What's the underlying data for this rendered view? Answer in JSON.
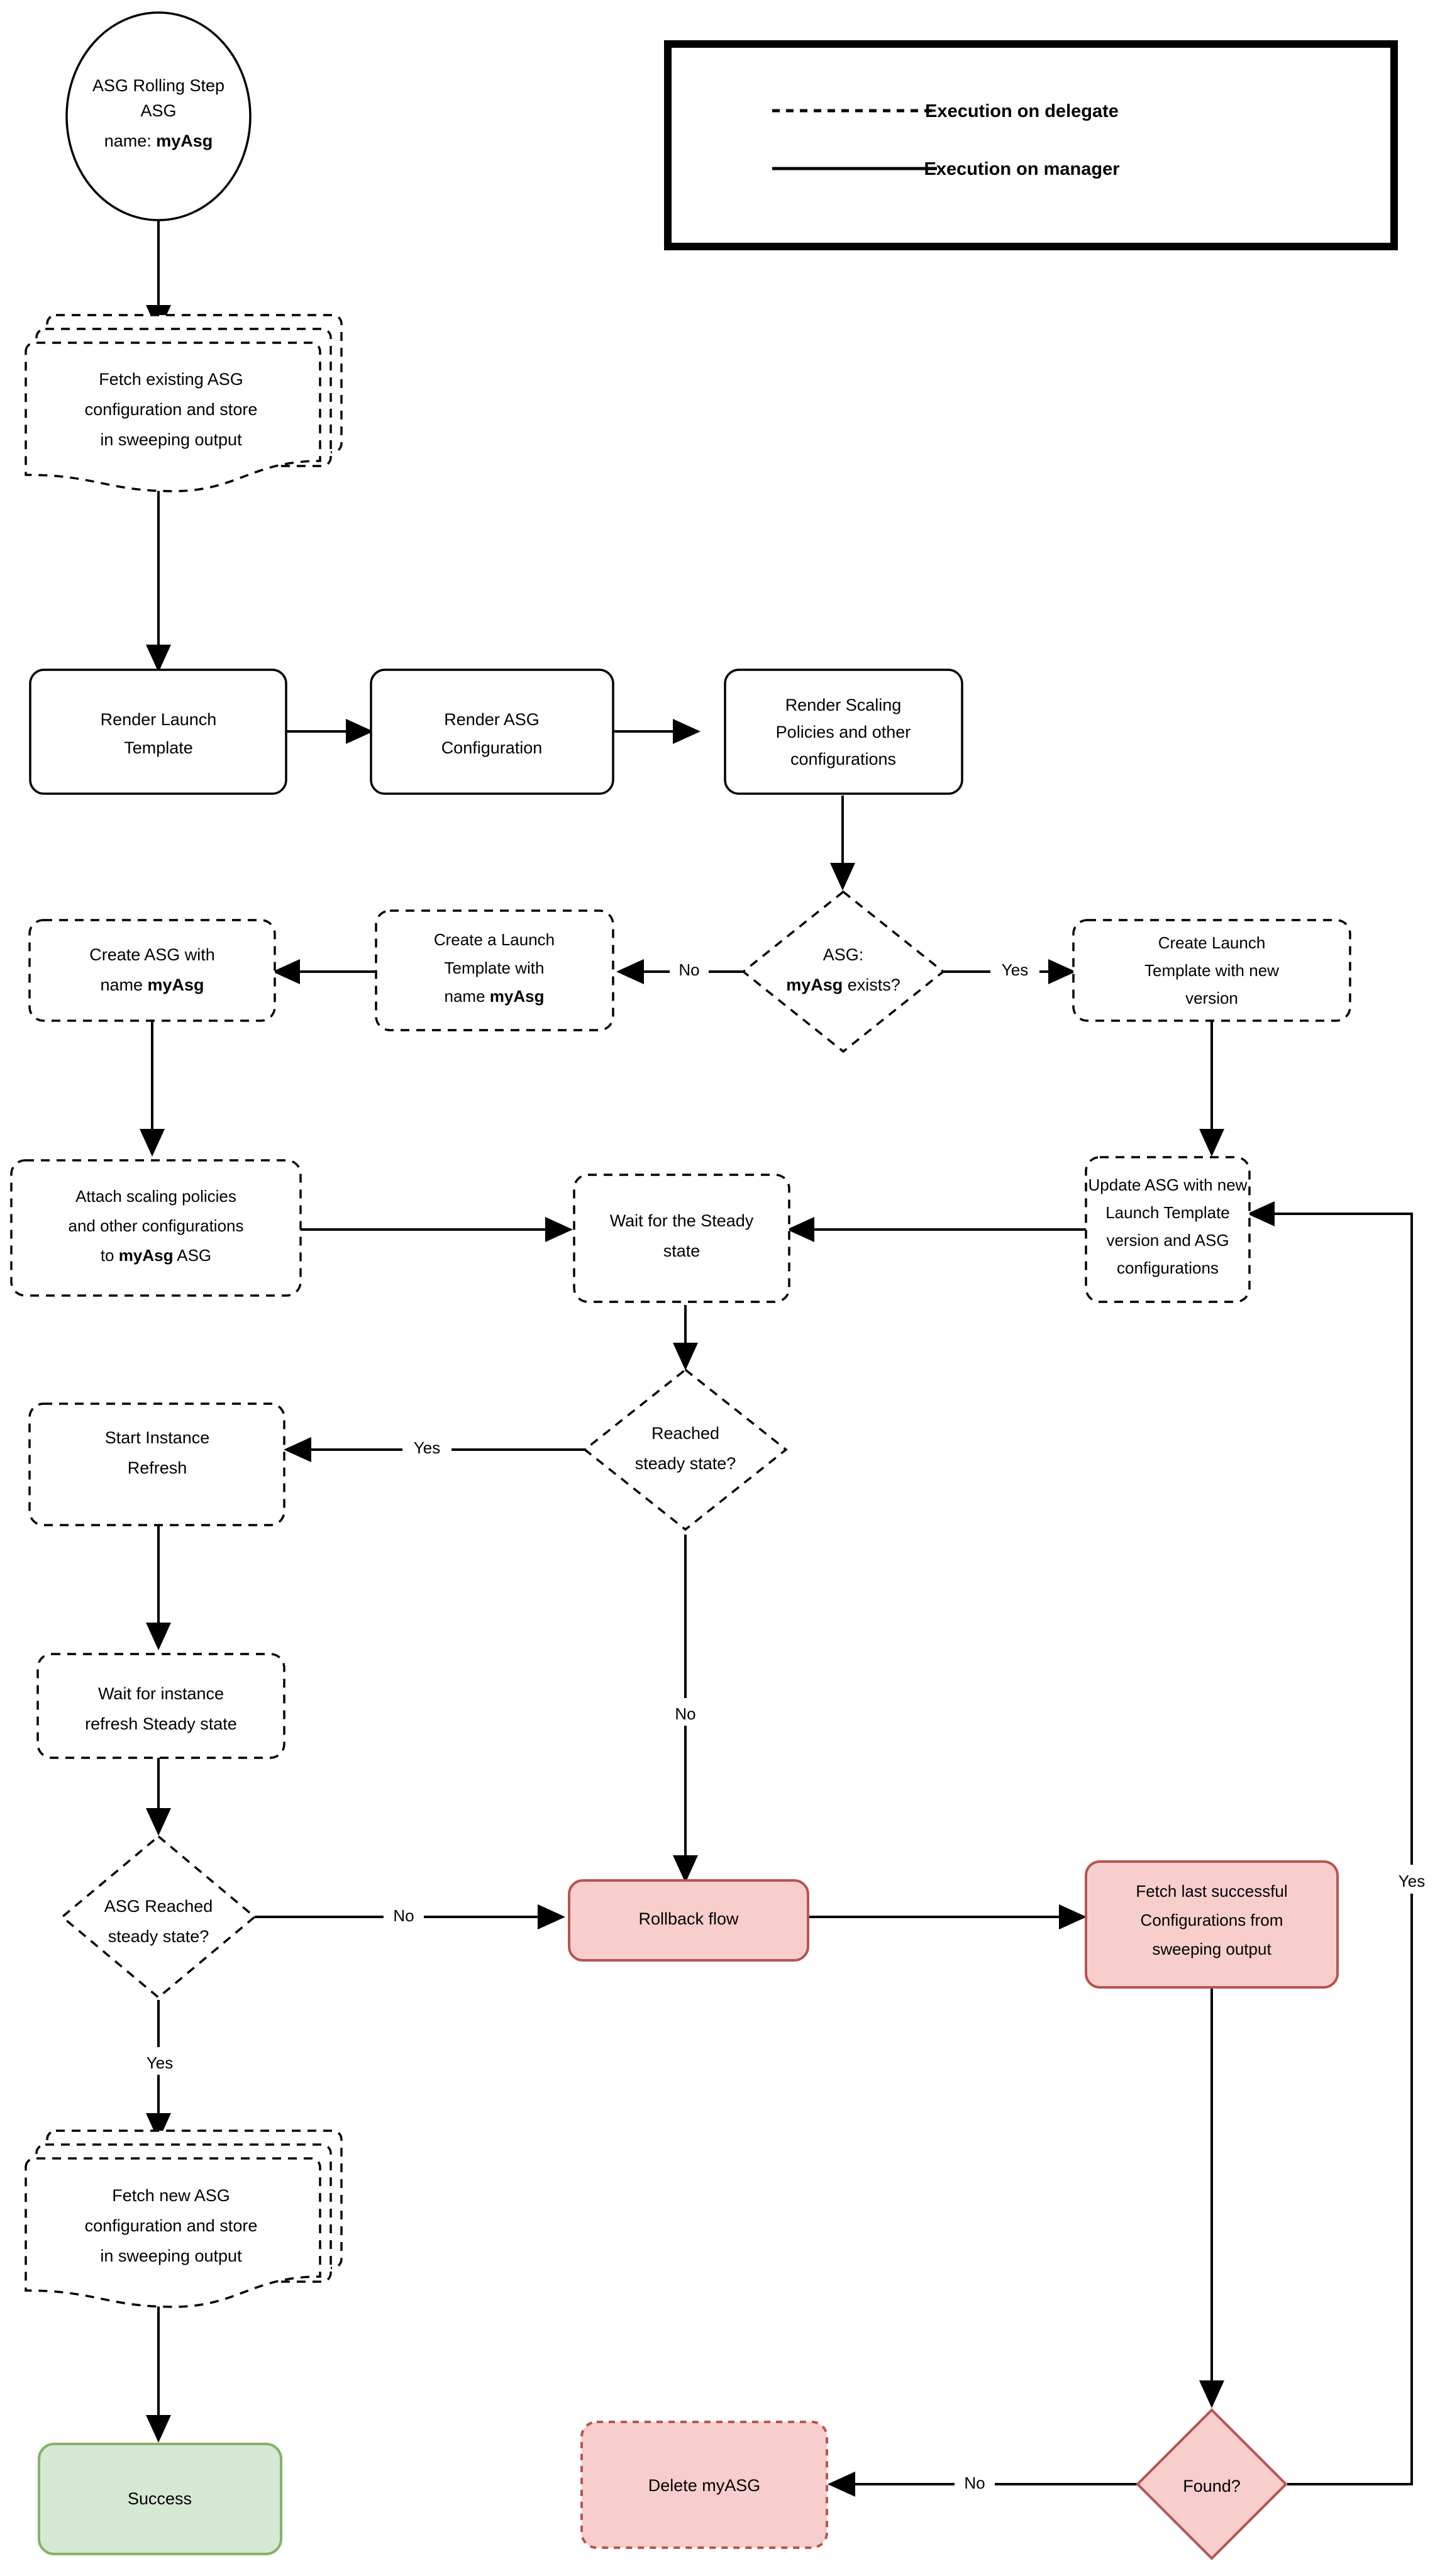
{
  "diagram": {
    "title": "ASG Rolling Step flowchart",
    "colors": {
      "red_fill": "#f8cecc",
      "red_stroke": "#b85450",
      "green_fill": "#d5e8d4",
      "green_stroke": "#82b366",
      "line": "#000000",
      "background": "#ffffff"
    }
  },
  "legend": {
    "items": [
      {
        "style": "dashed",
        "label": "Execution on delegate"
      },
      {
        "style": "solid",
        "label": "Execution on manager"
      }
    ]
  },
  "nodes": {
    "start": {
      "line1": "ASG Rolling Step",
      "line2": "ASG",
      "line3_prefix": "name: ",
      "line3_bold": "myAsg"
    },
    "fetch_existing": {
      "line1": "Fetch existing ASG",
      "line2": "configuration and store",
      "line3": "in sweeping output"
    },
    "render_launch_template": {
      "line1": "Render Launch",
      "line2": "Template"
    },
    "render_asg_config": {
      "line1": "Render ASG",
      "line2": "Configuration"
    },
    "render_scaling": {
      "line1": "Render Scaling",
      "line2": "Policies and other",
      "line3": "configurations"
    },
    "asg_exists": {
      "line1": "ASG:",
      "line2_bold": "myAsg",
      "line2_rest": " exists?"
    },
    "create_asg": {
      "line1": "Create ASG with",
      "line2_prefix": "name ",
      "line2_bold": "myAsg"
    },
    "create_launch_template_named": {
      "line1": "Create a Launch",
      "line2": "Template with",
      "line3_prefix": "name ",
      "line3_bold": "myAsg"
    },
    "create_launch_template_new_version": {
      "line1": "Create Launch",
      "line2": "Template with new",
      "line3": "version"
    },
    "attach_policies": {
      "line1": "Attach scaling policies",
      "line2": "and other configurations",
      "line3_prefix": "to ",
      "line3_bold": "myAsg",
      "line3_suffix": " ASG"
    },
    "wait_steady": {
      "line1": "Wait for the Steady",
      "line2": "state"
    },
    "update_asg": {
      "line1": "Update ASG with new",
      "line2": "Launch Template",
      "line3": "version and ASG",
      "line4": "configurations"
    },
    "reached_steady": {
      "line1": "Reached",
      "line2": "steady state?"
    },
    "start_instance_refresh": {
      "line1": "Start Instance",
      "line2": "Refresh"
    },
    "wait_instance_refresh": {
      "line1": "Wait for instance",
      "line2": "refresh Steady state"
    },
    "asg_reached_steady": {
      "line1": "ASG Reached",
      "line2": "steady state?"
    },
    "rollback_flow": {
      "line1": "Rollback flow"
    },
    "fetch_last_successful": {
      "line1": "Fetch last successful",
      "line2": "Configurations from",
      "line3": "sweeping output"
    },
    "fetch_new_asg": {
      "line1": "Fetch new ASG",
      "line2": "configuration and store",
      "line3": "in sweeping output"
    },
    "success": {
      "line1": "Success"
    },
    "delete_myasg": {
      "line1": "Delete myASG"
    },
    "found": {
      "line1": "Found?"
    }
  },
  "edge_labels": {
    "exists_no": "No",
    "exists_yes": "Yes",
    "reached_steady_yes": "Yes",
    "reached_steady_no": "No",
    "asg_reached_no": "No",
    "asg_reached_yes": "Yes",
    "found_no": "No",
    "found_yes": "Yes"
  }
}
